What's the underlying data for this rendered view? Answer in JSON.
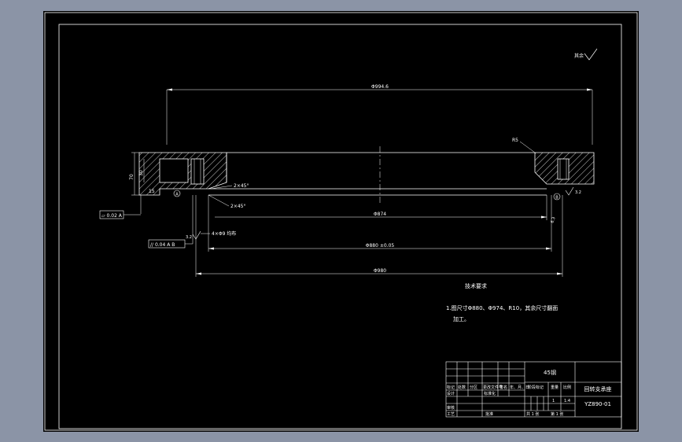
{
  "drawing": {
    "dimensions": {
      "outer_diameter": "Φ994.6",
      "inner_diameter": "Φ874",
      "tolerance_diameter": "Φ880 ±0.05",
      "bottom_diameter": "Φ980",
      "height": "70",
      "step_height": "30",
      "chamfer_1": "2×45°",
      "chamfer_2": "2×45°",
      "radius": "R5",
      "side_mark": "15",
      "groove_note": "4×Φ9 均布"
    },
    "symbols": {
      "datum_a": "A",
      "datum_b": "B",
      "flatness": "▱ 0.02 A",
      "parallelism": "// 0.04 A B",
      "roughness_general": "其余",
      "roughness_value_1": "3.2",
      "roughness_value_2": "3.2",
      "roughness_value_3": "6.3"
    },
    "tech_requirements": {
      "title": "技术要求",
      "line1": "1.图尺寸Φ880、Φ974、R10，其余尺寸翻面",
      "line2": "加工。"
    }
  },
  "title_block": {
    "material": "45钢",
    "part_name": "回转支承座",
    "drawing_no": "YZ890-01",
    "scale": "1:4",
    "weight": "1",
    "header_labels": [
      "标记",
      "处数",
      "分区",
      "更改文件号",
      "签名",
      "年、月、日"
    ],
    "design_label": "设计",
    "check_label": "审核",
    "process_label": "工艺",
    "standard_label": "标准化",
    "approve_label": "批准",
    "stage_label": "阶段标记",
    "weight_label": "重量",
    "scale_label": "比例",
    "sheet_total": "共 1 张",
    "sheet_num": "第 1 张"
  }
}
